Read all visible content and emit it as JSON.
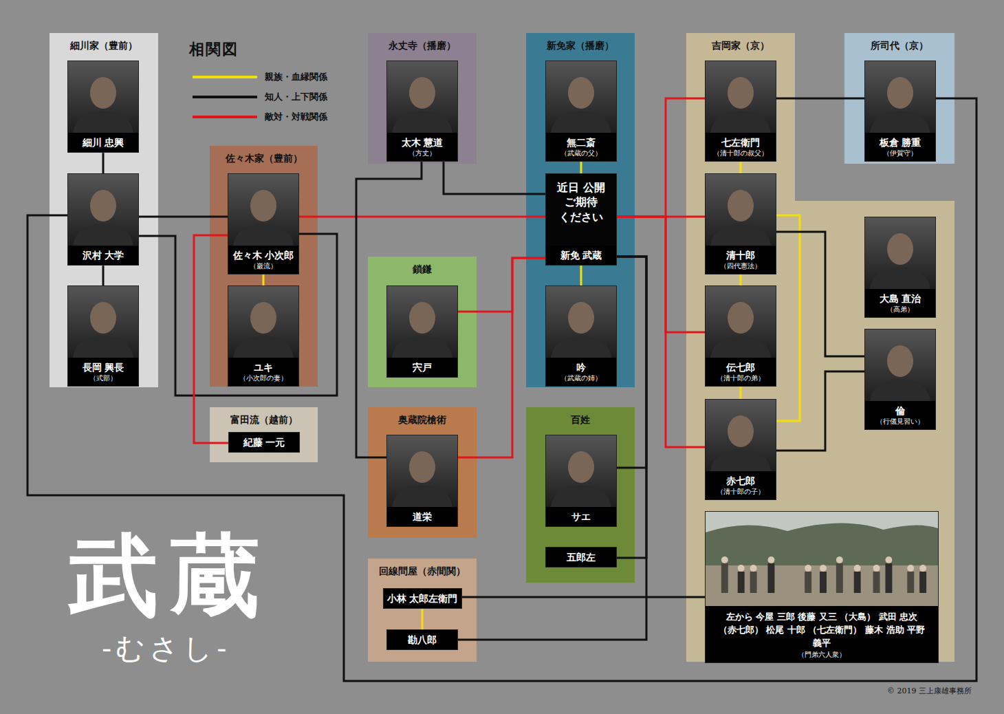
{
  "diagram": {
    "title": "武蔵",
    "nodes": [
      {
        "text": [
          "細川家（豊前）"
        ]
      },
      {
        "text": [
          "細川 忠興"
        ],
        "in": 0
      },
      {
        "text": [
          "沢村 大学"
        ],
        "in": 0
      },
      {
        "text": [
          "長岡 興長",
          "（式部）"
        ],
        "in": 0
      },
      {
        "text": [
          "永丈寺（播磨）"
        ]
      },
      {
        "text": [
          "太木 慧道",
          "（方丈）"
        ],
        "in": 4
      },
      {
        "text": [
          "新免家（播磨）"
        ]
      },
      {
        "text": [
          "無二斎",
          "（武蔵の父）"
        ],
        "in": 6
      },
      {
        "text": [
          "近日 公開 ご期待 ください",
          "新免 武蔵"
        ],
        "in": 6
      },
      {
        "text": [
          "吟",
          "（武蔵の姉）"
        ],
        "in": 6
      },
      {
        "text": [
          "吉岡家（京）"
        ]
      },
      {
        "text": [
          "七左衛門",
          "（清十郎の叔父）"
        ],
        "in": 10
      },
      {
        "text": [
          "清十郎",
          "（四代憲法）"
        ],
        "in": 10
      },
      {
        "text": [
          "伝七郎",
          "（清十郎の弟）"
        ],
        "in": 10
      },
      {
        "text": [
          "赤七郎",
          "（清十郎の子）"
        ],
        "in": 10
      },
      {
        "text": [
          "大島 直治",
          "（高弟）"
        ],
        "in": 10
      },
      {
        "text": [
          "倫",
          "（行儀見習い）"
        ],
        "in": 10
      },
      {
        "text": [
          "左から 今屋 三郎 後藤 又三 （大島） 武田 忠次 （赤七郎） 松尾 十郎 （七左衛門） 藤木 浩助 平野 義平",
          "（門弟六人衆）"
        ],
        "in": 10
      },
      {
        "text": [
          "所司代（京）"
        ]
      },
      {
        "text": [
          "板倉 勝重",
          "（伊賀守）"
        ],
        "in": 18
      },
      {
        "text": [
          "佐々木家（豊前）"
        ]
      },
      {
        "text": [
          "佐々木 小次郎",
          "（巌流）"
        ],
        "in": 20
      },
      {
        "text": [
          "ユキ",
          "（小次郎の妻）"
        ],
        "in": 20
      },
      {
        "text": [
          "鎖鎌"
        ]
      },
      {
        "text": [
          "宍戸"
        ],
        "in": 23
      },
      {
        "text": [
          "富田流（越前）"
        ]
      },
      {
        "text": [
          "紀藤 一元"
        ],
        "in": 25
      },
      {
        "text": [
          "奥蔵院槍術"
        ]
      },
      {
        "text": [
          "道栄"
        ],
        "in": 27
      },
      {
        "text": [
          "百姓"
        ]
      },
      {
        "text": [
          "サエ"
        ],
        "in": 29
      },
      {
        "text": [
          "五郎左"
        ],
        "in": 29
      },
      {
        "text": [
          "回線問屋（赤間関）"
        ]
      },
      {
        "text": [
          "小林 太郎左衛門"
        ],
        "in": 32
      },
      {
        "text": [
          "勘八郎"
        ],
        "in": 32
      }
    ],
    "edges": [
      {
        "from": 1,
        "to": 2,
        "arrow": "none"
      },
      {
        "from": 2,
        "to": 3,
        "arrow": "none"
      },
      {
        "from": 2,
        "to": 21,
        "arrow": "none"
      },
      {
        "from": 2,
        "to": 21,
        "arrow": "none"
      },
      {
        "from": 2,
        "to": 19,
        "arrow": "none"
      },
      {
        "from": 21,
        "to": 22,
        "arrow": "none"
      },
      {
        "from": 21,
        "to": 26,
        "arrow": "none"
      },
      {
        "from": 21,
        "to": 8,
        "arrow": "none"
      },
      {
        "from": 5,
        "to": 8,
        "arrow": "none"
      },
      {
        "from": 5,
        "to": 28,
        "arrow": "none"
      },
      {
        "from": 7,
        "to": 8,
        "arrow": "none"
      },
      {
        "from": 8,
        "to": 9,
        "arrow": "none"
      },
      {
        "from": 24,
        "to": 8,
        "arrow": "none"
      },
      {
        "from": 28,
        "to": 8,
        "arrow": "none"
      },
      {
        "from": 8,
        "to": 12,
        "arrow": "none"
      },
      {
        "from": 8,
        "to": 11,
        "arrow": "none"
      },
      {
        "from": 8,
        "to": 13,
        "arrow": "none"
      },
      {
        "from": 8,
        "to": 14,
        "arrow": "none"
      },
      {
        "from": 8,
        "to": 30,
        "arrow": "none"
      },
      {
        "from": 8,
        "to": 31,
        "arrow": "none"
      },
      {
        "from": 8,
        "to": 34,
        "arrow": "none"
      },
      {
        "from": 11,
        "to": 12,
        "arrow": "none"
      },
      {
        "from": 12,
        "to": 13,
        "arrow": "none"
      },
      {
        "from": 13,
        "to": 14,
        "arrow": "none"
      },
      {
        "from": 12,
        "to": 14,
        "arrow": "none"
      },
      {
        "from": 19,
        "to": 11,
        "arrow": "none"
      },
      {
        "from": 12,
        "to": 16,
        "arrow": "none"
      },
      {
        "from": 14,
        "to": 16,
        "arrow": "none"
      },
      {
        "from": 33,
        "to": 34,
        "arrow": "none"
      },
      {
        "from": 33,
        "to": 17,
        "arrow": "none"
      }
    ],
    "labels": [
      "-むさし-",
      "相関図",
      "© 2019 三上康雄事務所"
    ],
    "legend": [
      {
        "text": "親族・血縁関係"
      },
      {
        "text": "知人・上下関係"
      },
      {
        "text": "敵対・対戦関係"
      }
    ]
  }
}
